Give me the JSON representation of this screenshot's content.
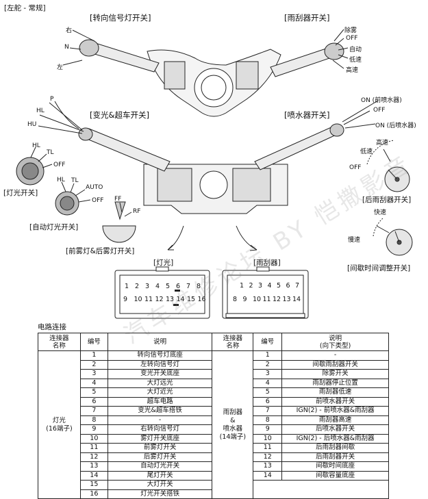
{
  "header": {
    "mode": "[左舵 - 常规]"
  },
  "turn_switch": {
    "title": "[转向信号灯开关]",
    "right": "右",
    "neutral": "N",
    "left": "左"
  },
  "wiper_switch": {
    "title": "[雨刮器开关]",
    "positions": [
      "除雾",
      "OFF",
      "自动",
      "低速",
      "高速"
    ]
  },
  "dimmer_switch": {
    "title": "[变光&超车开关]",
    "p": "P",
    "hl": "HL",
    "hu": "HU"
  },
  "washer_switch": {
    "title": "[喷水器开关]",
    "on_front": "ON (前喷水器)",
    "off": "OFF",
    "on_rear": "ON (后喷水器)"
  },
  "light_switch": {
    "title": "[灯光开关]",
    "hl": "HL",
    "tl": "TL",
    "off": "OFF"
  },
  "auto_light_switch": {
    "title": "[自动灯光开关]",
    "hl": "HL",
    "tl": "TL",
    "auto": "AUTO",
    "off": "OFF"
  },
  "fog_switch": {
    "title": "[前雾灯&后雾灯开关]",
    "ff": "FF",
    "rf": "RF"
  },
  "rear_wiper_switch": {
    "title": "[后雨刮器开关]",
    "high": "高速",
    "low": "低速",
    "off": "OFF"
  },
  "intermittent_switch": {
    "title": "[间歇时间调整开关]",
    "fast": "快速",
    "slow": "慢速"
  },
  "connectors": {
    "light_title": "[灯光]",
    "wiper_title": "[雨刮器]",
    "light_row1": [
      "1",
      "2",
      "3",
      "4",
      "5",
      "6",
      "7",
      "8"
    ],
    "light_row2": [
      "9",
      "10",
      "11",
      "12",
      "13",
      "14",
      "15",
      "16"
    ],
    "wiper_row1": [
      "1",
      "2",
      "3",
      "4",
      "5",
      "6",
      "7"
    ],
    "wiper_row2": [
      "8",
      "9",
      "10",
      "11",
      "12",
      "13",
      "14"
    ]
  },
  "circuit": {
    "title": "电路连接",
    "headers": {
      "connector": "连接器\n名称",
      "no": "编号",
      "desc": "说明",
      "desc_right": "说明\n(向下类型)"
    },
    "left_group": "灯光\n(16端子)",
    "right_group": "雨刮器\n&\n喷水器\n(14端子)",
    "left_rows": [
      {
        "no": "1",
        "desc": "转向信号灯底座"
      },
      {
        "no": "2",
        "desc": "左转向信号灯"
      },
      {
        "no": "3",
        "desc": "变光开关底座"
      },
      {
        "no": "4",
        "desc": "大灯远光"
      },
      {
        "no": "5",
        "desc": "大灯近光"
      },
      {
        "no": "6",
        "desc": "超车电路"
      },
      {
        "no": "7",
        "desc": "变光&超车搭铁"
      },
      {
        "no": "8",
        "desc": "-"
      },
      {
        "no": "9",
        "desc": "右转向信号灯"
      },
      {
        "no": "10",
        "desc": "雾灯开关底座"
      },
      {
        "no": "11",
        "desc": "前雾灯开关"
      },
      {
        "no": "12",
        "desc": "后雾灯开关"
      },
      {
        "no": "13",
        "desc": "自动灯光开关"
      },
      {
        "no": "14",
        "desc": "尾灯开关"
      },
      {
        "no": "15",
        "desc": "大灯开关"
      },
      {
        "no": "16",
        "desc": "灯光开关搭铁"
      }
    ],
    "right_rows": [
      {
        "no": "1",
        "desc": "-"
      },
      {
        "no": "2",
        "desc": "间歇雨刮器开关"
      },
      {
        "no": "3",
        "desc": "除雾开关"
      },
      {
        "no": "4",
        "desc": "雨刮器停止位置"
      },
      {
        "no": "5",
        "desc": "雨刮器低速"
      },
      {
        "no": "6",
        "desc": "前喷水器开关"
      },
      {
        "no": "7",
        "desc": "IGN(2) - 前喷水器&雨刮器"
      },
      {
        "no": "8",
        "desc": "雨刮器高速"
      },
      {
        "no": "9",
        "desc": "后喷水器开关"
      },
      {
        "no": "10",
        "desc": "IGN(2) - 后喷水器&雨刮器"
      },
      {
        "no": "11",
        "desc": "后雨刮器间歇"
      },
      {
        "no": "12",
        "desc": "后雨刮器开关"
      },
      {
        "no": "13",
        "desc": "间歇时间底座"
      },
      {
        "no": "14",
        "desc": "间歇容量底座"
      }
    ]
  },
  "watermark": "汽车维修论坛 BY 恺撒影音"
}
